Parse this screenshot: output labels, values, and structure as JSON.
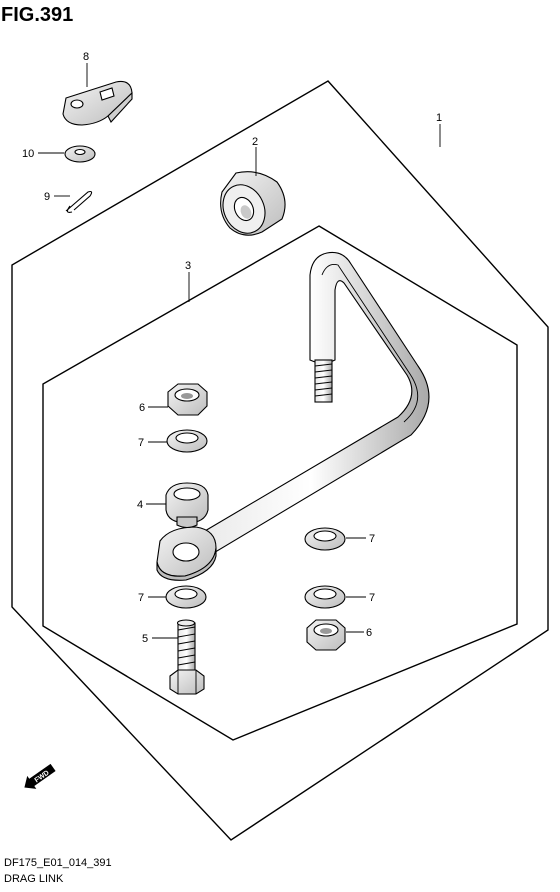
{
  "figure": {
    "title": "FIG.391",
    "code": "DF175_E01_014_391",
    "name": "DRAG LINK"
  },
  "fwd_label": "FWD",
  "callouts": [
    {
      "id": "c1",
      "label": "1"
    },
    {
      "id": "c2",
      "label": "2"
    },
    {
      "id": "c3",
      "label": "3"
    },
    {
      "id": "c4",
      "label": "4"
    },
    {
      "id": "c5",
      "label": "5"
    },
    {
      "id": "c6a",
      "label": "6"
    },
    {
      "id": "c6b",
      "label": "6"
    },
    {
      "id": "c7a",
      "label": "7"
    },
    {
      "id": "c7b",
      "label": "7"
    },
    {
      "id": "c7c",
      "label": "7"
    },
    {
      "id": "c7d",
      "label": "7"
    },
    {
      "id": "c8",
      "label": "8"
    },
    {
      "id": "c9",
      "label": "9"
    },
    {
      "id": "c10",
      "label": "10"
    }
  ]
}
